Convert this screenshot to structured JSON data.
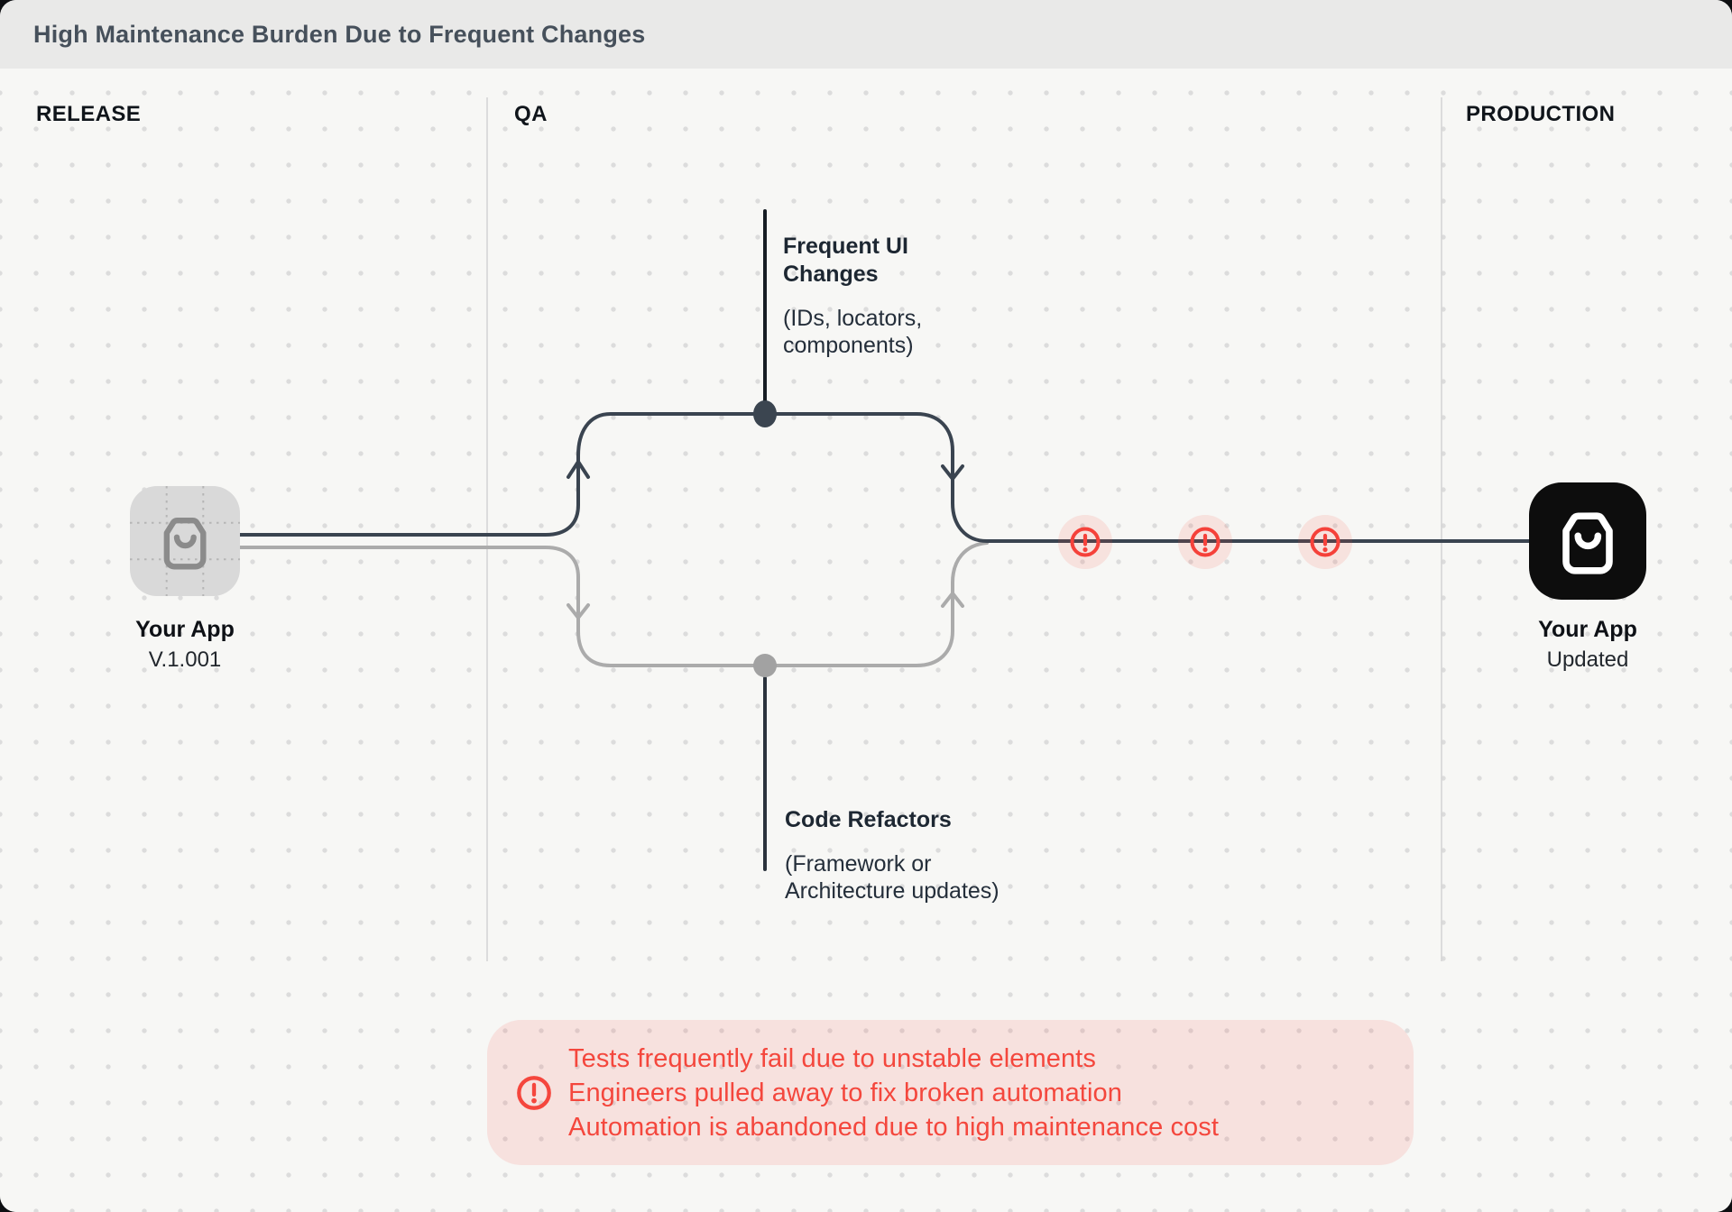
{
  "header": {
    "title": "High Maintenance Burden Due to Frequent Changes"
  },
  "columns": [
    {
      "id": "release",
      "label": "RELEASE"
    },
    {
      "id": "qa",
      "label": "QA"
    },
    {
      "id": "production",
      "label": "PRODUCTION"
    }
  ],
  "nodes": {
    "release_app": {
      "title": "Your App",
      "version": "V.1.001",
      "icon": "shopping-bag-icon",
      "style": "wireframe-gray-tile"
    },
    "production_app": {
      "title": "Your App",
      "version": "Updated",
      "icon": "shopping-bag-icon",
      "style": "solid-black-tile"
    }
  },
  "annotations": {
    "top": {
      "title": "Frequent UI\nChanges",
      "detail": "(IDs, locators,\ncomponents)"
    },
    "bottom": {
      "title": "Code Refactors",
      "detail": "(Framework or\nArchitecture updates)"
    }
  },
  "flow": {
    "warning_marker_count": 3,
    "warning_icon": "exclamation-circle-icon"
  },
  "alert": {
    "icon": "exclamation-circle-icon",
    "lines": [
      "Tests frequently fail due to unstable elements",
      "Engineers pulled away to fix broken automation",
      "Automation is abandoned due to high maintenance cost"
    ]
  },
  "colors": {
    "accent_red": "#f5463d",
    "alert_bg_tint": "rgba(244,70,60,0.13)",
    "dark_line": "#3a4450",
    "gray_line": "#ababab",
    "label_line": "#171d24",
    "text_dark": "#1d2732",
    "header_bg": "#e9e9e8",
    "canvas_bg": "#f7f7f5",
    "tile_gray": "#d9d9d9",
    "tile_black": "#0d0d0d"
  }
}
